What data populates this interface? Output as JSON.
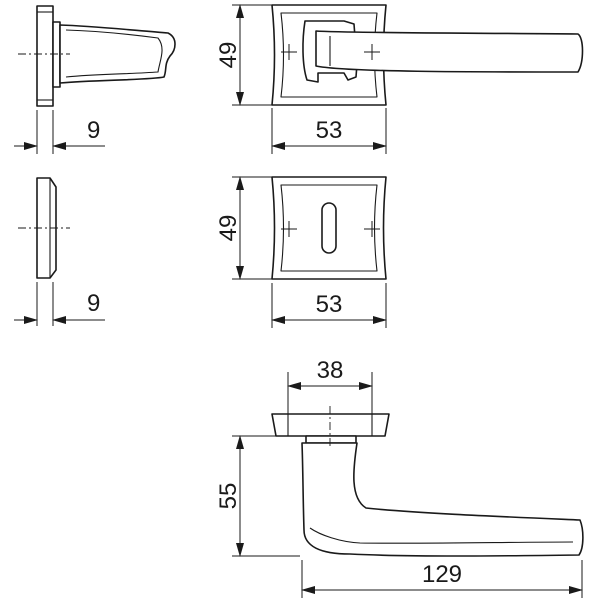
{
  "dimensions": {
    "rosette_thickness": "9",
    "lever_rosette_height": "49",
    "lever_rosette_width": "53",
    "key_rosette_height": "49",
    "key_rosette_width": "53",
    "key_rosette_thickness": "9",
    "rosette_diameter": "38",
    "lever_height": "55",
    "lever_length": "129"
  }
}
